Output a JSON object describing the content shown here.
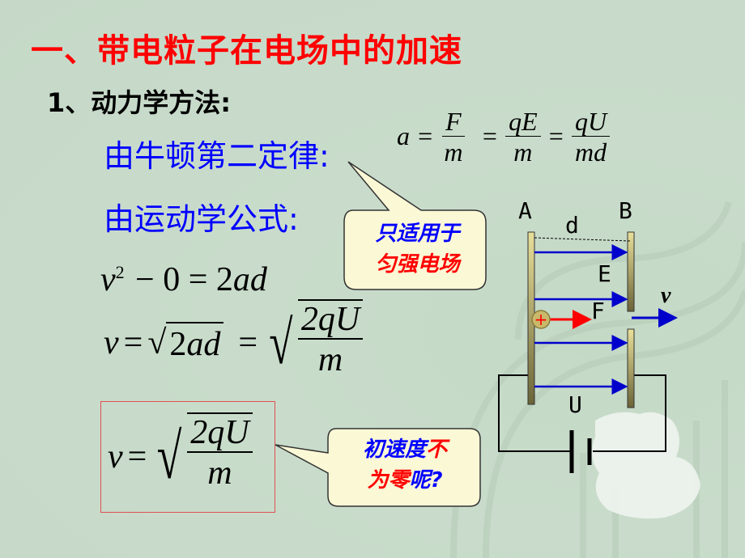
{
  "slide": {
    "title": "一、带电粒子在电场中的加速",
    "subtitle": "1、动力学方法:",
    "newton_label": "由牛顿第二定律:",
    "kinematics_label": "由运动学公式:",
    "colors": {
      "title": "#ff0000",
      "subtitle": "#000000",
      "labels": "#0000ff",
      "callout_bg": "#fbf8d6",
      "box_border": "#e05050"
    }
  },
  "formula_newton": {
    "lhs": "a",
    "eq": "=",
    "f1_num": "F",
    "f1_den": "m",
    "f2_num": "qE",
    "f2_den": "m",
    "f3_num": "qU",
    "f3_den": "md"
  },
  "formula_kinematic": {
    "v": "v",
    "exp": "2",
    "rest": "− 0 = 2",
    "ad": "ad"
  },
  "formula_velocity": {
    "v": "v",
    "eq": "=",
    "radicand1_num": "2",
    "radicand1_var": "ad",
    "radicand2_num": "2qU",
    "radicand2_den": "m"
  },
  "formula_boxed": {
    "v": "v",
    "eq": "=",
    "num": "2qU",
    "den": "m"
  },
  "callout_uniform": {
    "line1": "只适用于",
    "line2": "匀强电场"
  },
  "callout_initial_velocity": {
    "line1_blue": "初速度",
    "line1_red": "不",
    "line2_red": "为零",
    "line2_blue": "呢?"
  },
  "diagram": {
    "plate_a_label": "A",
    "plate_b_label": "B",
    "distance_label": "d",
    "field_label": "E",
    "force_label": "F",
    "velocity_label": "v",
    "voltage_label": "U",
    "charge_symbol": "+"
  }
}
